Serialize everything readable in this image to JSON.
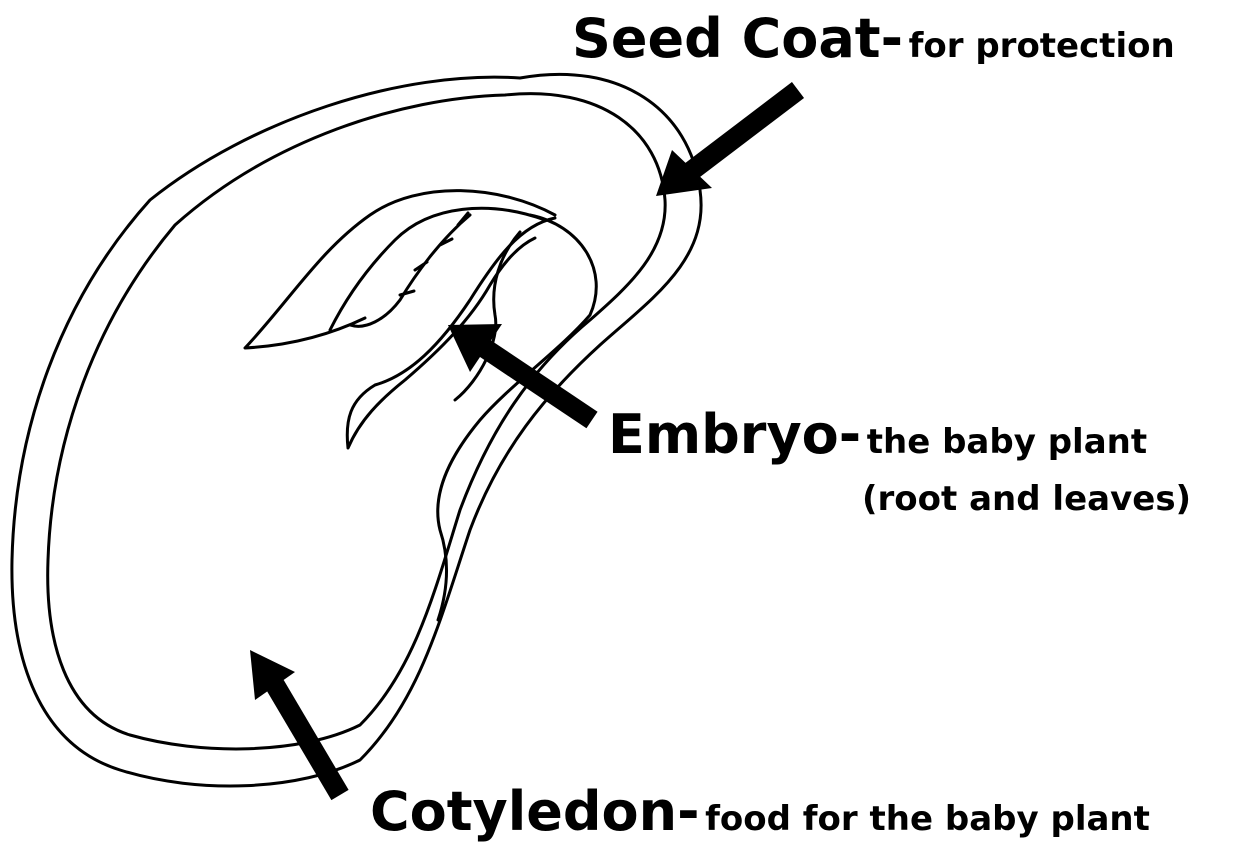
{
  "colors": {
    "ink": "#000000",
    "background": "#ffffff"
  },
  "labels": {
    "seed_coat": {
      "term": "Seed Coat-",
      "desc": "for protection"
    },
    "embryo": {
      "term": "Embryo-",
      "desc": "the baby plant",
      "desc2": "(root and leaves)"
    },
    "cotyledon": {
      "term": "Cotyledon-",
      "desc": "food for the baby plant"
    }
  }
}
